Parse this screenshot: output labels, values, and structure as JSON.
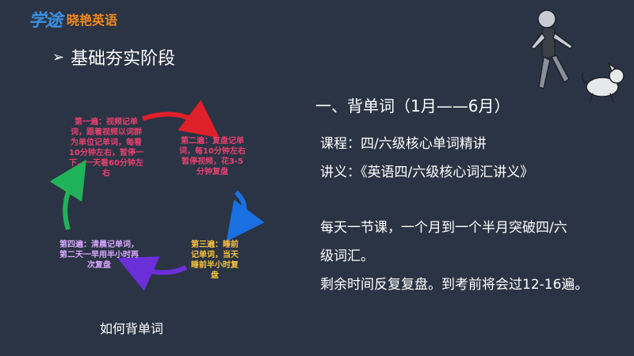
{
  "logo": {
    "mark": "学途",
    "name": "晓艳英语"
  },
  "section": {
    "arrow": "➢",
    "title": "基础夯实阶段"
  },
  "content": {
    "heading": "一、背单词（1月——6月）",
    "course": "课程：四/六级核心单词精讲",
    "notes": "讲义：《英语四/六级核心词汇讲义》",
    "daily_line1": "每天一节课，一个月到一个半月突破四/六",
    "daily_line2": "级词汇。",
    "remain": "剩余时间反复复盘。到考前将会过12-16遍。"
  },
  "cycle": {
    "step1": "第一遍：视频记单词，跟着视频以词群为单位记单词，每看10分钟左右，暂停一下，一天看60分钟左右",
    "step2": "第二遍：复盘记单词，每10分钟左右暂停视频，花3-5分钟复盘",
    "step3": "第三遍：睡前记单词，当天睡前半小时复盘",
    "step4": "第四遍：清晨记单词，第二天一早用半小时再次复盘",
    "caption": "如何背单词"
  },
  "colors": {
    "background": "#2b3444",
    "step1": "#e84070",
    "step2": "#e84070",
    "step3": "#f6c23e",
    "step4": "#d8a8ff",
    "arrow_red": "#e0202a",
    "arrow_blue": "#1a70e0",
    "arrow_purple": "#6a2fd8",
    "arrow_green": "#21b35a"
  },
  "icons": {
    "illustration": "running-man-with-dog-icon"
  }
}
